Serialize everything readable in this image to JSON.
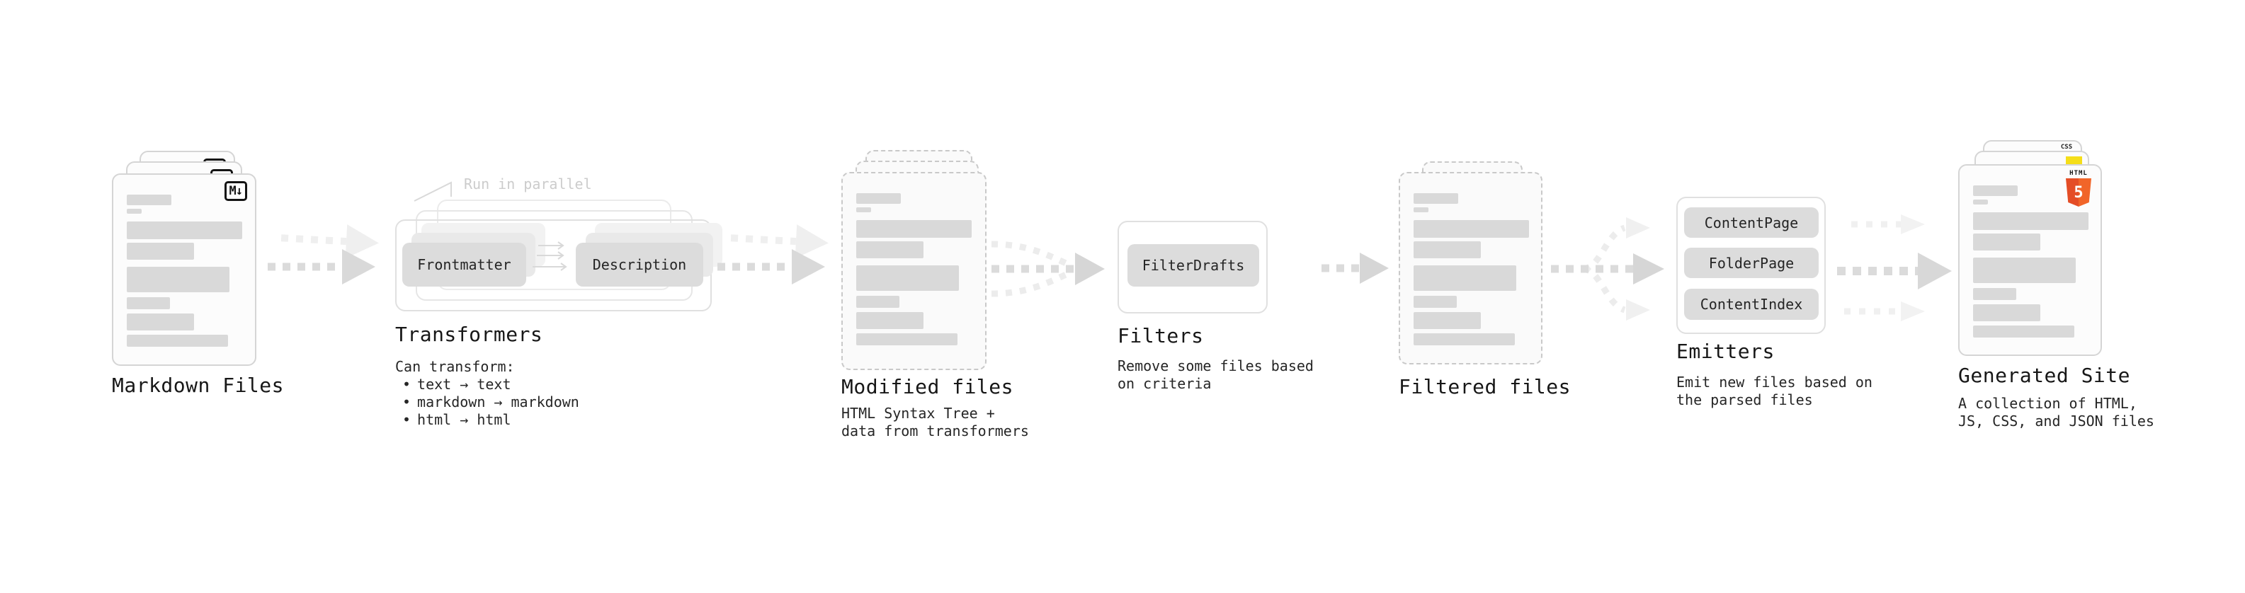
{
  "stages": {
    "markdown_files": {
      "label": "Markdown Files",
      "badge": "M↓"
    },
    "transformers": {
      "label": "Transformers",
      "annotation": "Run in parallel",
      "pill_left": "Frontmatter",
      "pill_right": "Description",
      "desc_title": "Can transform:",
      "bullet_char": "•",
      "bullets": [
        "text → text",
        "markdown → markdown",
        "html → html"
      ]
    },
    "modified_files": {
      "label": "Modified files",
      "desc_line1": "HTML Syntax Tree +",
      "desc_line2": "data from transformers"
    },
    "filters": {
      "label": "Filters",
      "pill": "FilterDrafts",
      "desc_line1": "Remove some files based",
      "desc_line2": "on criteria"
    },
    "filtered_files": {
      "label": "Filtered files"
    },
    "emitters": {
      "label": "Emitters",
      "pills": [
        "ContentPage",
        "FolderPage",
        "ContentIndex"
      ],
      "desc_line1": "Emit new files based on",
      "desc_line2": "the parsed files"
    },
    "generated_site": {
      "label": "Generated Site",
      "desc_line1": "A collection of HTML,",
      "desc_line2": "JS, CSS, and JSON files",
      "css_badge_word": "CSS",
      "html_badge_word": "HTML",
      "html_badge_number": "5"
    }
  },
  "icons": {
    "markdown_logo": "markdown-logo-icon",
    "html5_logo": "html5-logo-icon",
    "css_logo": "css-logo-icon",
    "js_logo": "js-logo-icon",
    "flow_arrows": "dashed-flow-arrow-icon"
  },
  "colors": {
    "arrow_dark": "#d9d9d9",
    "arrow_faint": "#eeeeee",
    "bar_fill": "#d9d9d9",
    "pill_fill": "#dcdcdc",
    "annotation_text": "#cccccc",
    "html5_orange": "#e44d26",
    "js_yellow": "#f5de19",
    "css_blue": "#2760e5",
    "text": "#1c1c1c"
  }
}
